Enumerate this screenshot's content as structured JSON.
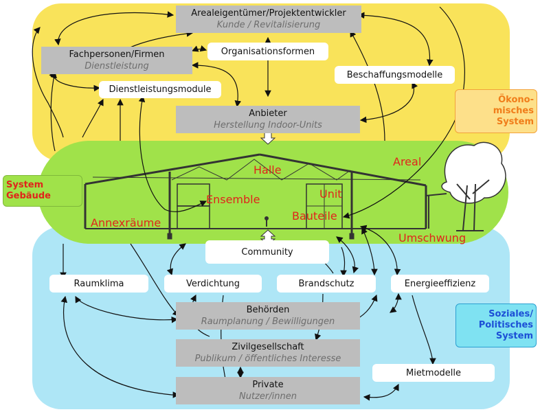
{
  "nodes": {
    "areal_owner": {
      "label": "Arealeigentümer/Projektentwickler",
      "sub": "Kunde / Revitalisierung"
    },
    "fachpersonen": {
      "label": "Fachpersonen/Firmen",
      "sub": "Dienstleistung"
    },
    "organisationsformen": {
      "label": "Organisationsformen"
    },
    "beschaffungsmodelle": {
      "label": "Beschaffungsmodelle"
    },
    "dienstleistungsmodule": {
      "label": "Dienstleistungsmodule"
    },
    "anbieter": {
      "label": "Anbieter",
      "sub": "Herstellung Indoor-Units"
    },
    "community": {
      "label": "Community"
    },
    "raumklima": {
      "label": "Raumklima"
    },
    "verdichtung": {
      "label": "Verdichtung"
    },
    "brandschutz": {
      "label": "Brandschutz"
    },
    "energieeffizienz": {
      "label": "Energieeffizienz"
    },
    "behoerden": {
      "label": "Behörden",
      "sub": "Raumplanung / Bewilligungen"
    },
    "zivilgesellschaft": {
      "label": "Zivilgesellschaft",
      "sub": "Publikum / öffentliches Interesse"
    },
    "private": {
      "label": "Private",
      "sub": "Nutzer/innen"
    },
    "mietmodelle": {
      "label": "Mietmodelle"
    }
  },
  "systems": {
    "oekonomisches": {
      "text": "Ökono-\nmisches\nSystem",
      "color": "#f07d1a",
      "bg": "#fde08a",
      "border": "#f3a23a"
    },
    "gebaeude": {
      "text": "System\nGebäude",
      "color": "#e0241b",
      "bg": "#a0e24a",
      "border": "#7fb83a"
    },
    "sozial": {
      "text": "Soziales/\nPolitisches\nSystem",
      "color": "#1c4fd6",
      "bg": "#7fe2f2",
      "border": "#2a9fd0"
    }
  },
  "building_labels": {
    "halle": "Halle",
    "areal": "Areal",
    "unit": "Unit",
    "ensemble": "Ensemble",
    "bauteile": "Bauteile",
    "annexraeume": "Annexräume",
    "umschwung": "Umschwung"
  },
  "colors": {
    "economic_zone": "#f9e35a",
    "building_zone": "#a0e24a",
    "social_zone": "#aee6f6",
    "node_gray": "#bdbdbd",
    "red_label": "#e0241b"
  }
}
